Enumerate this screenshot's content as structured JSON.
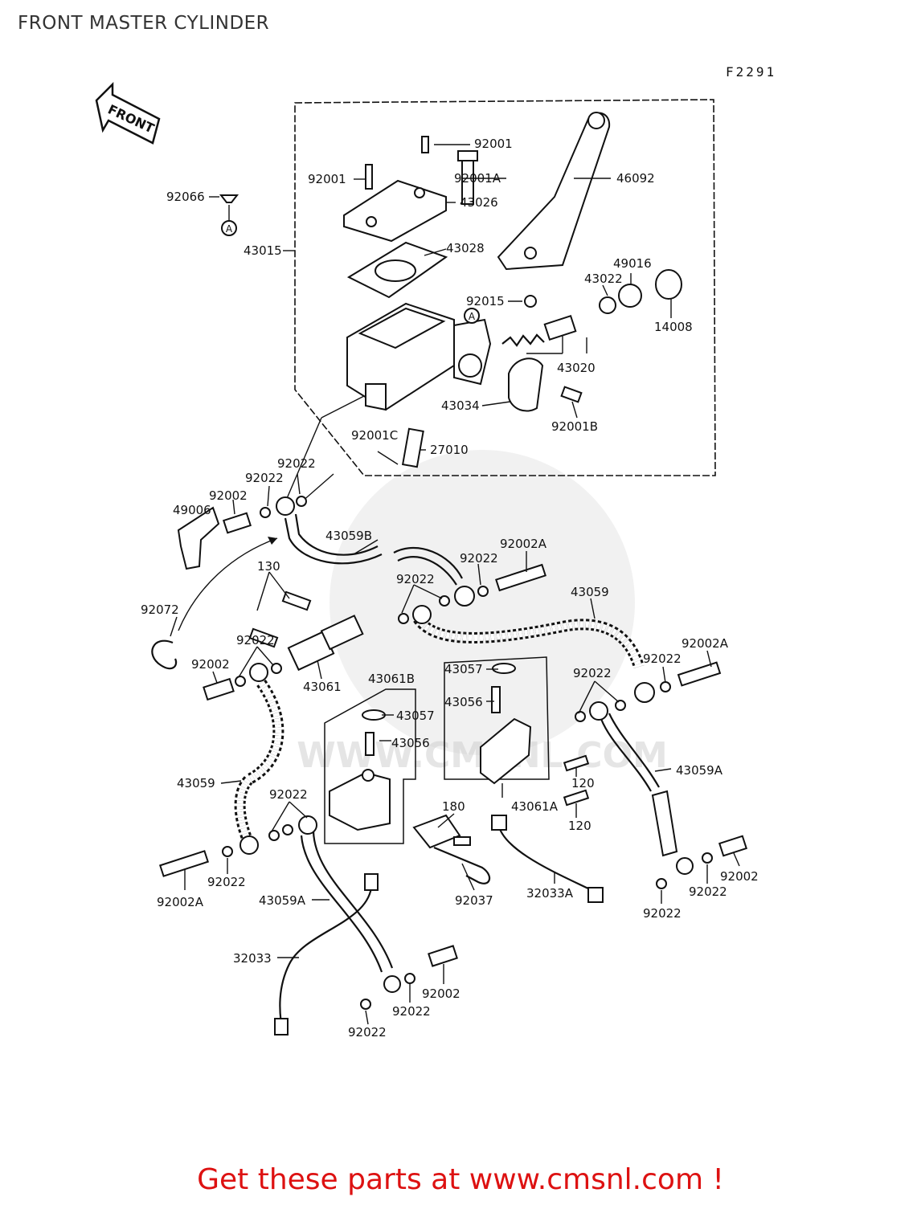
{
  "title": "FRONT MASTER CYLINDER",
  "diagram_code": "F2291",
  "front_arrow_label": "FRONT",
  "footer_text": "Get these parts at www.cmsnl.com !",
  "watermark_text": "WWW.CMSNL.COM",
  "callout_marker": "A",
  "colors": {
    "footer": "#dd1111",
    "lines": "#111111",
    "watermark": "#d8d8d8"
  },
  "part_labels": [
    "92001",
    "92001",
    "92001A",
    "46092",
    "92066",
    "43026",
    "43015",
    "43028",
    "49016",
    "43022",
    "92015",
    "14008",
    "43020",
    "43034",
    "92001B",
    "92001C",
    "27010",
    "92022",
    "92022",
    "92002",
    "49006",
    "43059B",
    "92002A",
    "92022",
    "130",
    "92022",
    "43059",
    "92072",
    "92022",
    "92002",
    "43061",
    "43061B",
    "43057",
    "43057",
    "43056",
    "43056",
    "92022",
    "92022",
    "92002A",
    "43059A",
    "120",
    "43059",
    "92022",
    "43061A",
    "120",
    "180",
    "92002A",
    "92022",
    "43059A",
    "92037",
    "32033A",
    "92022",
    "92022",
    "92002",
    "92022",
    "32033",
    "92022",
    "92002",
    "92022"
  ]
}
